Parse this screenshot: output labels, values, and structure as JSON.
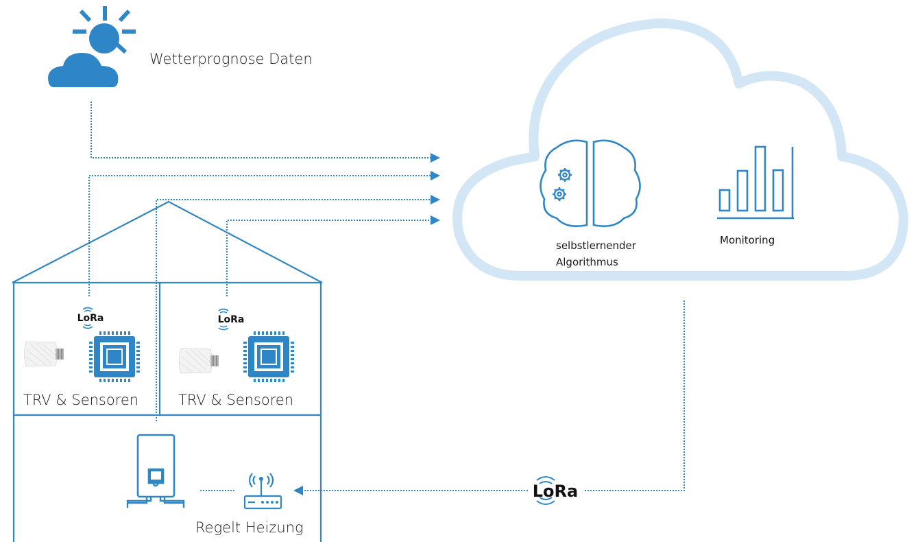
{
  "colors": {
    "primary": "#2f86c6",
    "cloud_outline": "#d2e6f6",
    "lora_text": "#111111"
  },
  "weather": {
    "icon": "sun-cloud-icon",
    "label": "Wetterprognose Daten"
  },
  "cloud": {
    "algorithm_label_line1": "selbstlernender",
    "algorithm_label_line2": "Algorithmus",
    "algorithm_icon": "brain-gears-icon",
    "monitoring_label": "Monitoring",
    "monitoring_icon": "bar-chart-icon"
  },
  "house": {
    "room_left": {
      "label": "TRV & Sensoren",
      "lora": "LoRa"
    },
    "room_right": {
      "label": "TRV & Sensoren",
      "lora": "LoRa"
    },
    "basement": {
      "boiler_icon": "boiler-icon",
      "gateway_icon": "router-icon",
      "label": "Regelt Heizung"
    }
  },
  "downlink": {
    "lora": "LoRa"
  }
}
